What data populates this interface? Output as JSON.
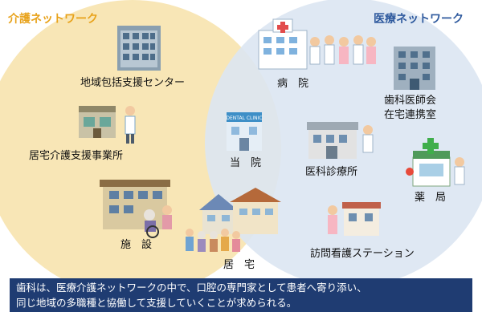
{
  "headers": {
    "kaigo": "介護ネットワーク",
    "iryo": "医療ネットワーク"
  },
  "labels": {
    "chiiki": "地域包括支援センター",
    "kyotaku": "居宅介護支援事業所",
    "shisetsu": "施　設",
    "kyotaku_home": "居　宅",
    "toin": "当　院",
    "byoin": "病　院",
    "shika_ishikai_line1": "歯科医師会",
    "shika_ishikai_line2": "在宅連携室",
    "ika_shinryo": "医科診療所",
    "yakkyoku": "薬　局",
    "homon_kango": "訪問看護ステーション",
    "clinic_sign": "DENTAL CLINIC"
  },
  "banner": {
    "line1": "歯科は、医療介護ネットワークの中で、口腔の専門家として患者へ寄り添い、",
    "line2": "同じ地域の多職種と協働して支援していくことが求められる。"
  },
  "colors": {
    "kaigo_circle": "#f8e6b6",
    "iryo_circle": "#dce6f2",
    "kaigo_header": "#e8a21a",
    "iryo_header": "#2f5a9e",
    "banner_bg": "#1f3c72"
  }
}
